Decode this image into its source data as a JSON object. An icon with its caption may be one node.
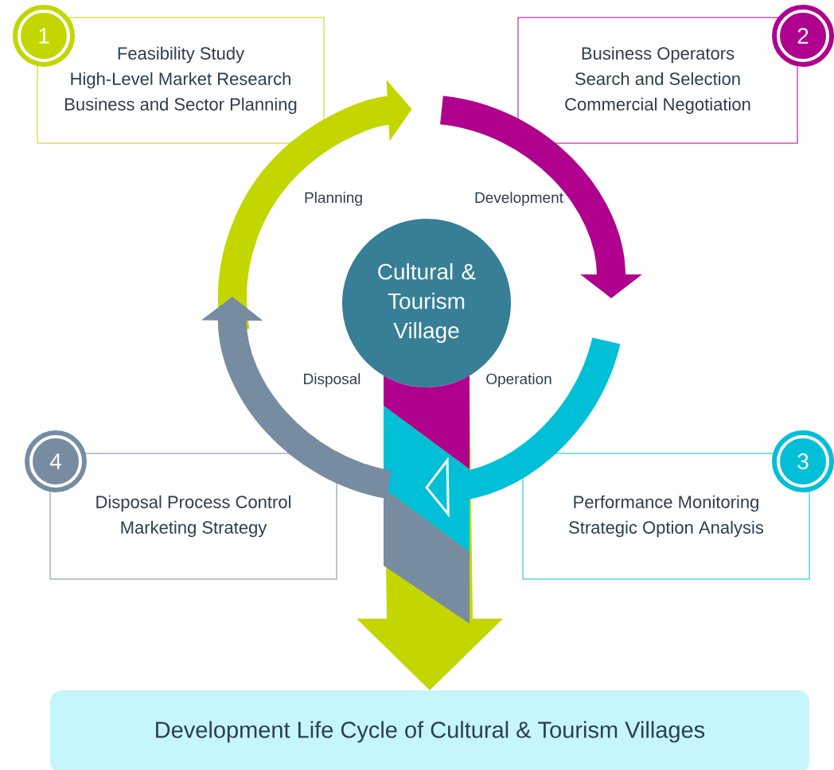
{
  "diagram": {
    "nodes": [
      {
        "text": [
          "1"
        ]
      },
      {
        "text": [
          "Feasibility Study",
          "High-Level Market Research",
          "Business and Sector Planning"
        ]
      },
      {
        "text": [
          "Business Operators",
          "Search and Selection",
          "Commercial Negotiation"
        ]
      },
      {
        "text": [
          "2"
        ]
      },
      {
        "text": [
          "Cultural & Tourism Village"
        ]
      },
      {
        "text": [
          "4"
        ]
      },
      {
        "text": [
          "Disposal Process Control",
          "Marketing Strategy"
        ]
      },
      {
        "text": [
          "Performance Monitoring",
          "Strategic Option Analysis"
        ]
      },
      {
        "text": [
          "3"
        ]
      },
      {
        "text": [
          "Development Life Cycle of Cultural & Tourism Villages"
        ]
      }
    ],
    "edges": [
      {
        "from": 4,
        "to": 9,
        "arrow": "to"
      }
    ],
    "labels": [
      "Planning",
      "Development",
      "Disposal",
      "Operation"
    ]
  }
}
